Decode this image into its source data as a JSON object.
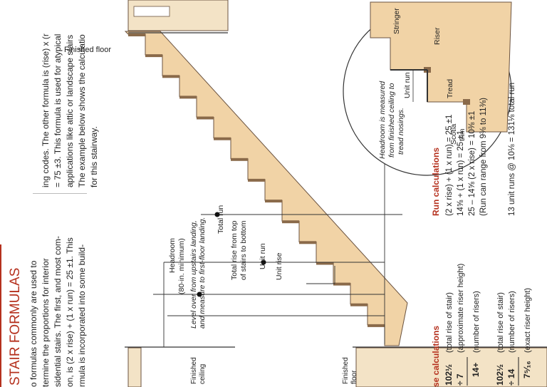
{
  "title": "STAIR FORMULAS",
  "intro": [
    "o formulas commonly are used to",
    "termine the proportions for interior",
    "sidential stairs. The first, and most com-",
    "on, is (2 x rise) + (1 x run) = 25 ±1. This",
    "rmula is incorporated into some build-"
  ],
  "intro_right": [
    "ing codes. The other formula is (rise) x (r",
    "= 75 ±3. This formula is used for atypical",
    "applications like attic or landscape stairs",
    "The example below shows the calculatio",
    "for this stairway."
  ],
  "labels": {
    "finished_floor_top": "Finished floor",
    "level_over_1": "Level over from upstairs landing,",
    "level_over_2": "and measure to first-floor landing.",
    "headroom_1": "Headroom",
    "headroom_2": "(80-in. minimum)",
    "total_run": "Total run",
    "total_rise_1": "Total rise from top",
    "total_rise_2": "of stairs to bottom",
    "unit_run": "Unit run",
    "unit_rise": "Unit rise",
    "finished_ceiling_1": "Finished",
    "finished_ceiling_2": "ceiling",
    "finished_floor_b1": "Finished",
    "finished_floor_b2": "floor"
  },
  "detail": {
    "note_1": "Headroom is measured",
    "note_2": "from finished ceiling to",
    "note_3": "tread nosings.",
    "unit_run": "Unit run",
    "stringer": "Stringer",
    "riser": "Riser",
    "tread": "Tread",
    "scotia_1": "Scotia",
    "scotia_2": "trim"
  },
  "rise_calc": {
    "heading": "se calculations",
    "rows": [
      {
        "num": "102½",
        "desc": "(total rise of stair)"
      },
      {
        "num": "÷ 7",
        "desc": "(approximate riser height)"
      },
      {
        "num": "14+",
        "desc": "(number of risers)"
      },
      {
        "num": "102½",
        "desc": "(total rise of stair)"
      },
      {
        "num": "÷ 14",
        "desc": "(number of risers)"
      },
      {
        "num": "7⁵⁄₁₆",
        "desc": "(exact riser height)"
      }
    ]
  },
  "run_calc": {
    "heading": "Run calculations",
    "lines": [
      "(2 x rise) + (1 x run) = 25 ±1",
      "14⅝ + (1 x run) = 25 ±1",
      "25 – 14⅝ (2 x rise) = 10⅜ ±1",
      "(Run can range from 9⅜ to 11⅜)"
    ],
    "total": "13 unit runs @ 10⅛ = 131⅛ total run"
  },
  "colors": {
    "accent": "#b5311e",
    "stringer_wood": "#f1d3a6",
    "dark_wood": "#8a6a4a"
  }
}
